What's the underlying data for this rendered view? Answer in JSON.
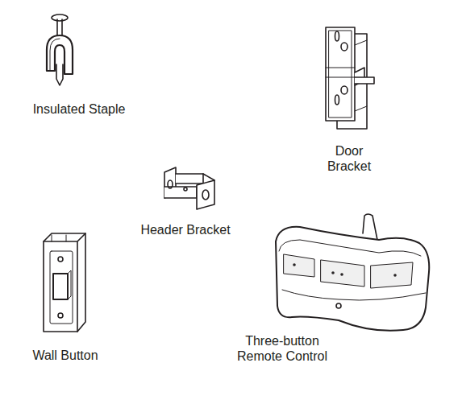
{
  "diagram": {
    "labels": [
      "Insulated Staple",
      "Door Bracket",
      "Header Bracket",
      "Wall Button",
      "Three-button Remote Control"
    ]
  }
}
